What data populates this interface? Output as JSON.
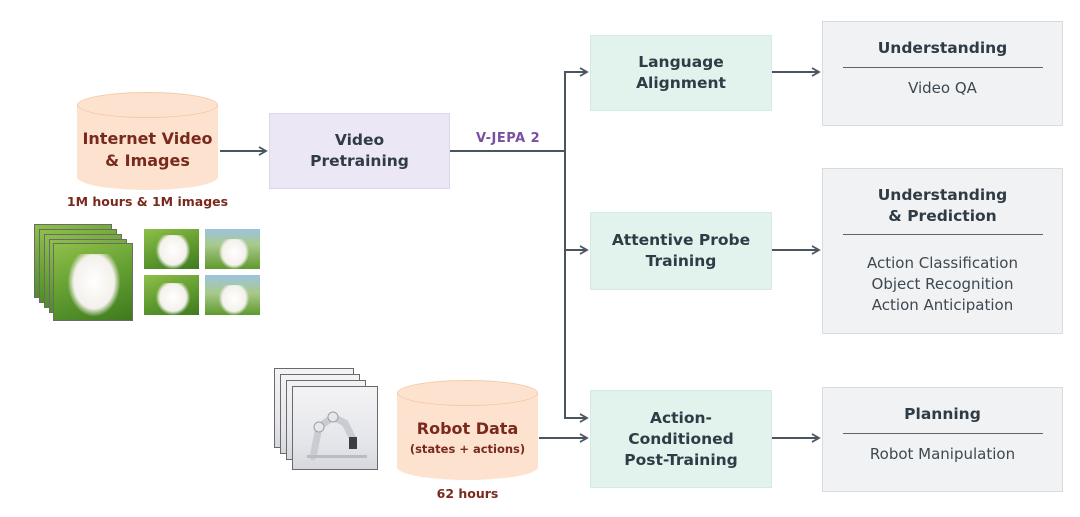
{
  "inputs": {
    "internet": {
      "title_line1": "Internet Video",
      "title_line2": "& Images",
      "caption": "1M hours & 1M images"
    },
    "robot": {
      "title": "Robot Data",
      "subtitle": "(states + actions)",
      "caption": "62 hours"
    }
  },
  "pretraining": {
    "label_line1": "Video",
    "label_line2": "Pretraining",
    "model_label": "V-JEPA 2"
  },
  "stages": [
    {
      "id": "language-alignment",
      "line1": "Language",
      "line2": "Alignment",
      "line3": ""
    },
    {
      "id": "attentive-probe-training",
      "line1": "Attentive Probe",
      "line2": "Training",
      "line3": ""
    },
    {
      "id": "action-conditioned-post-training",
      "line1": "Action-",
      "line2": "Conditioned",
      "line3": "Post-Training"
    }
  ],
  "outcomes": [
    {
      "id": "understanding",
      "head1": "Understanding",
      "head2": "",
      "items": [
        "Video QA"
      ]
    },
    {
      "id": "understanding-prediction",
      "head1": "Understanding",
      "head2": "& Prediction",
      "items": [
        "Action Classification",
        "Object Recognition",
        "Action Anticipation"
      ]
    },
    {
      "id": "planning",
      "head1": "Planning",
      "head2": "",
      "items": [
        "Robot Manipulation"
      ]
    }
  ],
  "colors": {
    "cylinder_fill": "#fde3cf",
    "cylinder_text": "#7a2a1c",
    "pretraining_fill": "#ece7f4",
    "model_label": "#7b4fa0",
    "stage_fill": "#e2f3ee",
    "outcome_fill": "#f0f2f4",
    "arrow": "#4a5560"
  }
}
